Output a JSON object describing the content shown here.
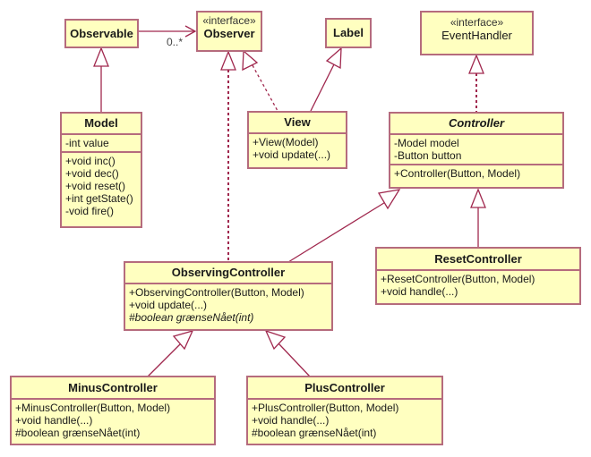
{
  "colors": {
    "fill": "#ffffc0",
    "stroke": "#b56b7d",
    "edge": "#a0284e"
  },
  "classes": {
    "observable": {
      "name": "Observable"
    },
    "observer": {
      "stereotype": "«interface»",
      "name": "Observer"
    },
    "label": {
      "name": "Label"
    },
    "eventhandler": {
      "stereotype": "«interface»",
      "name": "EventHandler"
    },
    "model": {
      "name": "Model",
      "attributes": [
        "-int value"
      ],
      "operations": [
        "+void inc()",
        "+void dec()",
        "+void reset()",
        "+int getState()",
        "-void fire()"
      ]
    },
    "view": {
      "name": "View",
      "operations": [
        "+View(Model)",
        "+void update(...)"
      ]
    },
    "controller": {
      "name": "Controller",
      "attributes": [
        "-Model model",
        "-Button button"
      ],
      "operations": [
        "+Controller(Button, Model)"
      ]
    },
    "observingcontroller": {
      "name": "ObservingController",
      "operations": [
        "+ObservingController(Button, Model)",
        "+void update(...)",
        "#boolean grænseNået(int)"
      ]
    },
    "resetcontroller": {
      "name": "ResetController",
      "operations": [
        "+ResetController(Button, Model)",
        "+void handle(...)"
      ]
    },
    "minuscontroller": {
      "name": "MinusController",
      "operations": [
        "+MinusController(Button, Model)",
        "+void handle(...)",
        "#boolean grænseNået(int)"
      ]
    },
    "pluscontroller": {
      "name": "PlusController",
      "operations": [
        "+PlusController(Button, Model)",
        "+void handle(...)",
        "#boolean grænseNået(int)"
      ]
    }
  },
  "relations": [
    {
      "from": "Observable",
      "to": "Observer",
      "type": "association",
      "multiplicity": "0..*"
    },
    {
      "from": "Model",
      "to": "Observable",
      "type": "generalization"
    },
    {
      "from": "View",
      "to": "Label",
      "type": "generalization"
    },
    {
      "from": "View",
      "to": "Observer",
      "type": "realization"
    },
    {
      "from": "ObservingController",
      "to": "Observer",
      "type": "realization"
    },
    {
      "from": "Controller",
      "to": "EventHandler",
      "type": "realization"
    },
    {
      "from": "ObservingController",
      "to": "Controller",
      "type": "generalization"
    },
    {
      "from": "ResetController",
      "to": "Controller",
      "type": "generalization"
    },
    {
      "from": "MinusController",
      "to": "ObservingController",
      "type": "generalization"
    },
    {
      "from": "PlusController",
      "to": "ObservingController",
      "type": "generalization"
    }
  ]
}
